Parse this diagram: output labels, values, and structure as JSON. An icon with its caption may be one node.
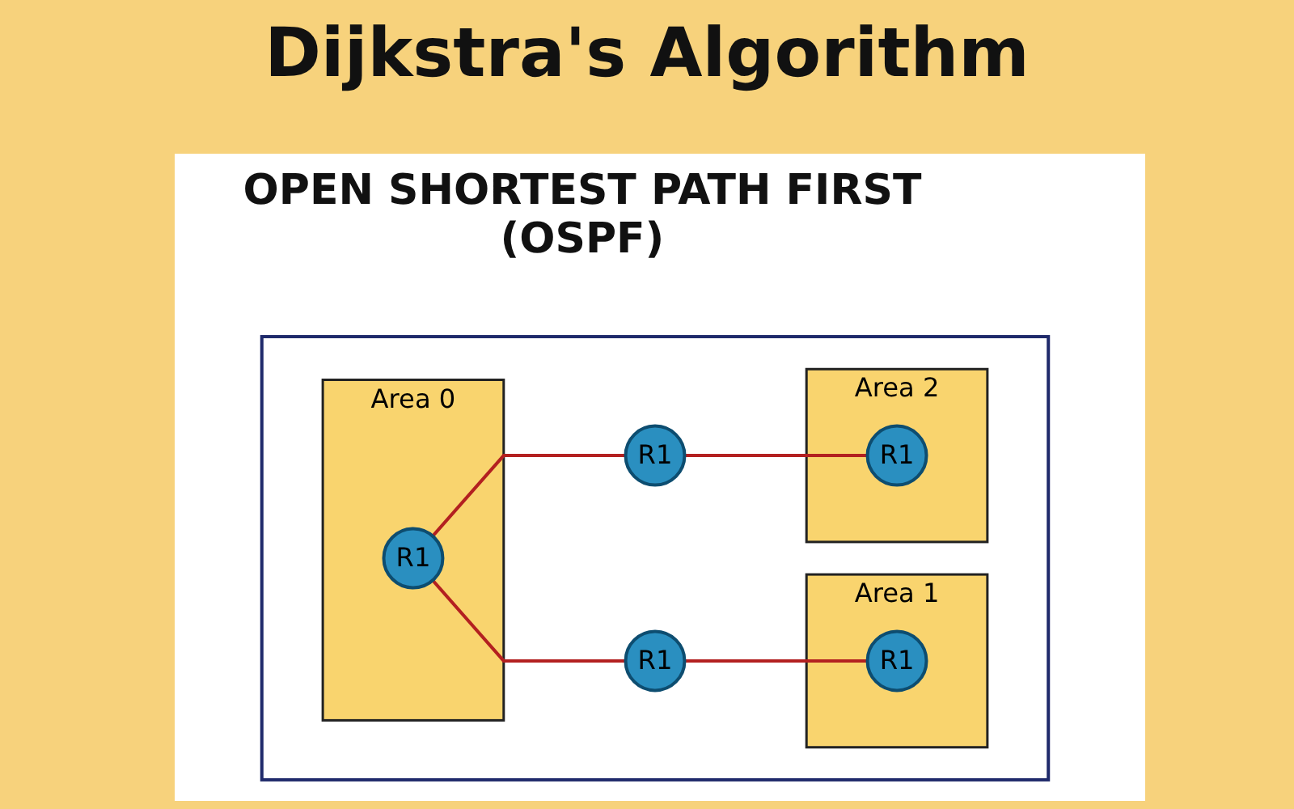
{
  "diagram": {
    "title": "Dijkstra's Algorithm",
    "nodes": [
      {
        "text": [],
        "shape": "box"
      },
      {
        "text": [
          "Area 0"
        ],
        "in": 0
      },
      {
        "text": [
          "R1"
        ],
        "in": 1
      },
      {
        "text": [
          "R1"
        ],
        "in": 0
      },
      {
        "text": [
          "R1"
        ],
        "in": 0
      },
      {
        "text": [
          "Area 1"
        ],
        "in": 0
      },
      {
        "text": [
          "R1"
        ],
        "in": 5
      },
      {
        "text": [
          "Area 2"
        ],
        "in": 0
      },
      {
        "text": [
          "R1"
        ],
        "in": 7
      }
    ],
    "edges": [
      {
        "from": 2,
        "to": 3,
        "arrow": "none"
      },
      {
        "from": 2,
        "to": 4,
        "arrow": "none"
      },
      {
        "from": 3,
        "to": 6,
        "arrow": "none"
      },
      {
        "from": 4,
        "to": 8,
        "arrow": "none"
      }
    ],
    "labels": [
      "OPEN SHORTEST PATH FIRST (OSPF)"
    ]
  }
}
